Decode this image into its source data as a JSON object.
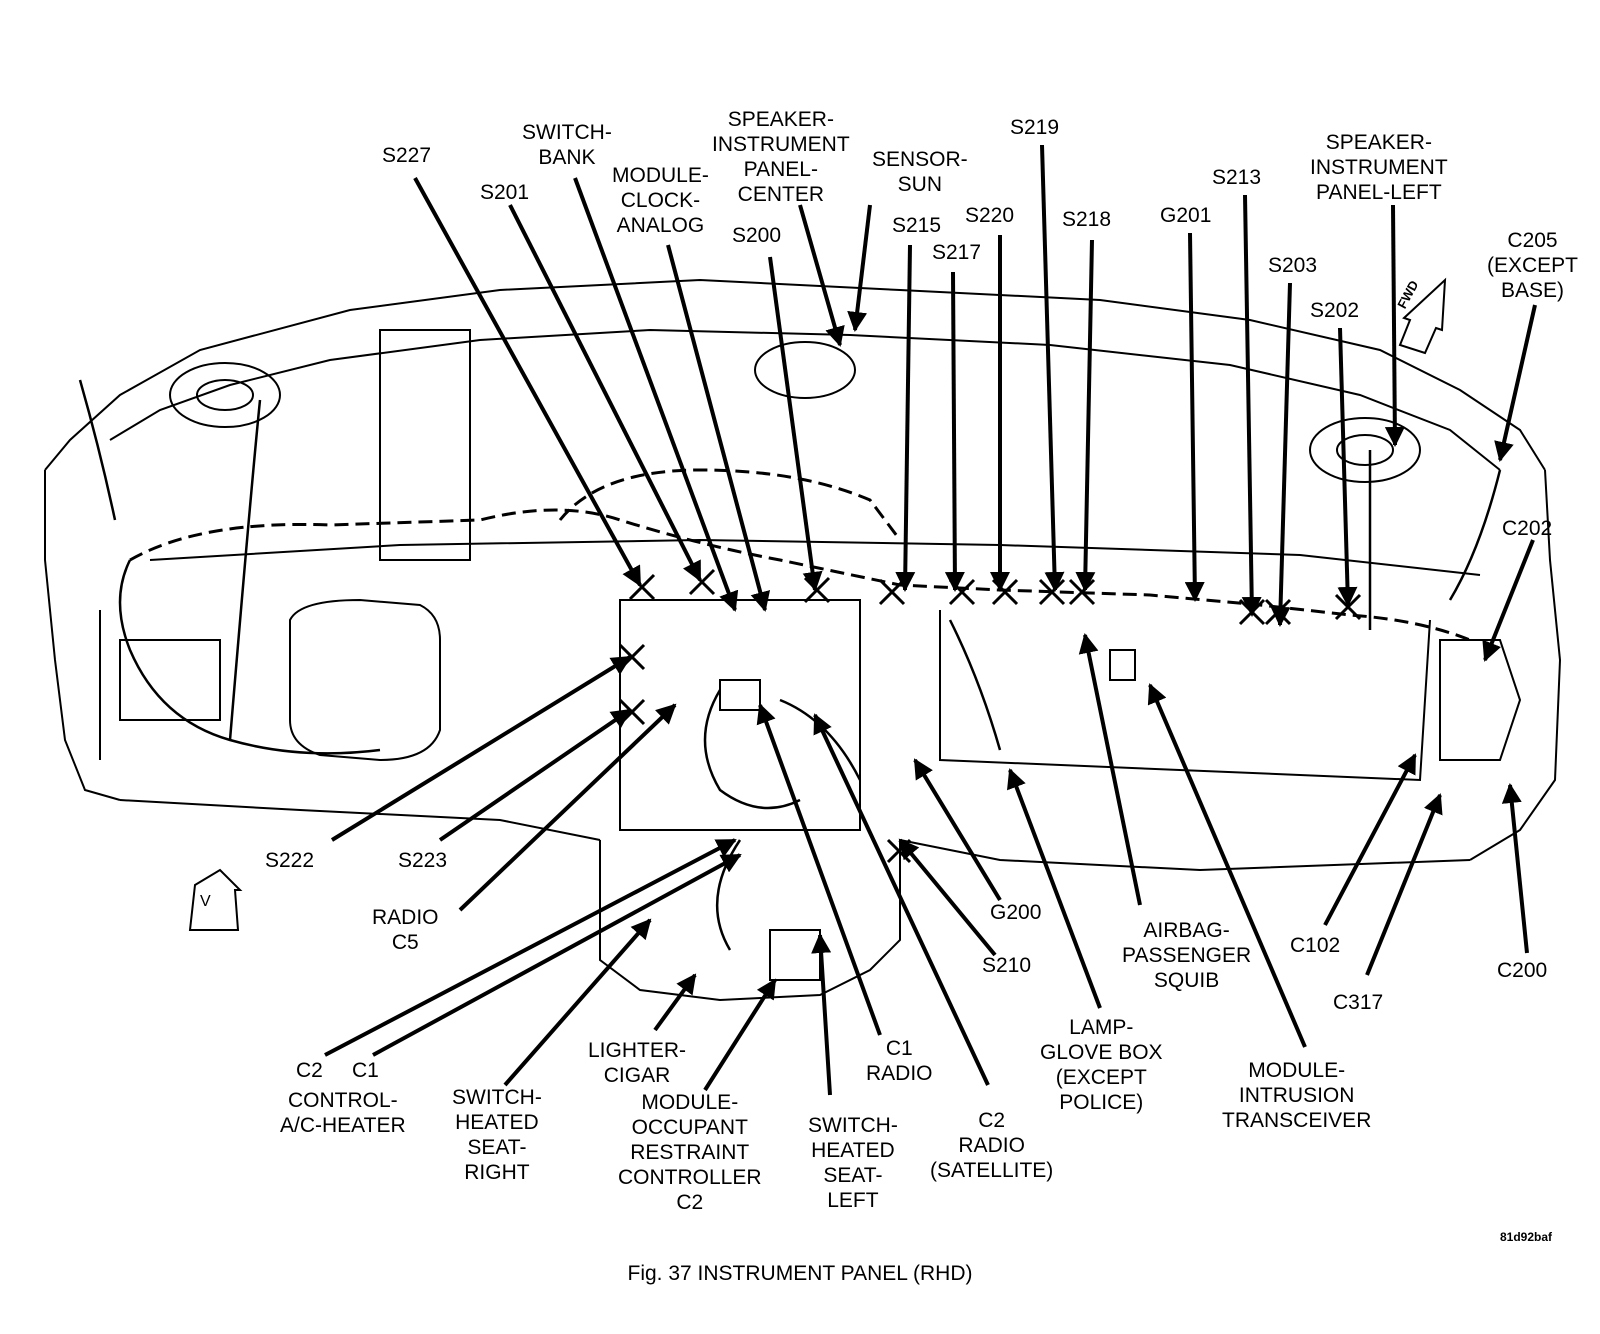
{
  "figure": {
    "caption": "Fig. 37  INSTRUMENT PANEL (RHD)",
    "image_code": "81d92baf",
    "fwd_mark": "FWD",
    "view_mark": "V"
  },
  "labels": {
    "s227": "S227",
    "s201": "S201",
    "switch_bank": "SWITCH-\nBANK",
    "module_clock_analog": "MODULE-\nCLOCK-\nANALOG",
    "speaker_ip_center": "SPEAKER-\nINSTRUMENT\nPANEL-\nCENTER",
    "s200": "S200",
    "sensor_sun": "SENSOR-\nSUN",
    "s215": "S215",
    "s220": "S220",
    "s217": "S217",
    "s219": "S219",
    "s218": "S218",
    "g201": "G201",
    "s213": "S213",
    "s203": "S203",
    "speaker_ip_left": "SPEAKER-\nINSTRUMENT\nPANEL-LEFT",
    "s202": "S202",
    "c205": "C205\n(EXCEPT\nBASE)",
    "c202": "C202",
    "s222": "S222",
    "s223": "S223",
    "radio_c5": "RADIO\nC5",
    "c2": "C2",
    "c1": "C1",
    "control_ac_heater": "CONTROL-\nA/C-HEATER",
    "switch_heated_seat_right": "SWITCH-\nHEATED\nSEAT-\nRIGHT",
    "lighter_cigar": "LIGHTER-\nCIGAR",
    "module_orc_c2": "MODULE-\nOCCUPANT\nRESTRAINT\nCONTROLLER\nC2",
    "switch_heated_seat_left": "SWITCH-\nHEATED\nSEAT-\nLEFT",
    "c1_radio": "C1\nRADIO",
    "c2_radio_satellite": "C2\nRADIO\n(SATELLITE)",
    "g200": "G200",
    "s210": "S210",
    "lamp_glove_box": "LAMP-\nGLOVE BOX\n(EXCEPT\nPOLICE)",
    "airbag_passenger_squib": "AIRBAG-\nPASSENGER\nSQUIB",
    "module_intrusion_transceiver": "MODULE-\nINTRUSION\nTRANSCEIVER",
    "c102": "C102",
    "c317": "C317",
    "c200": "C200"
  }
}
